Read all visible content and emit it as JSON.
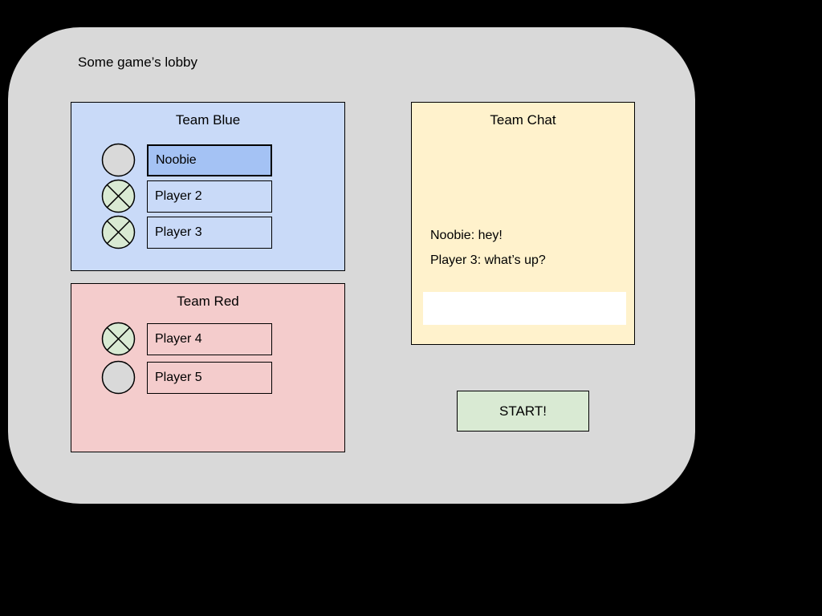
{
  "lobby": {
    "title": "Some game’s lobby"
  },
  "teams": [
    {
      "name": "Team Blue",
      "players": [
        {
          "name": "Noobie",
          "ready": false,
          "highlighted": true
        },
        {
          "name": "Player 2",
          "ready": true,
          "highlighted": false
        },
        {
          "name": "Player 3",
          "ready": true,
          "highlighted": false
        }
      ]
    },
    {
      "name": "Team Red",
      "players": [
        {
          "name": "Player 4",
          "ready": true,
          "highlighted": false
        },
        {
          "name": "Player 5",
          "ready": false,
          "highlighted": false
        }
      ]
    }
  ],
  "chat": {
    "title": "Team Chat",
    "messages": [
      "Noobie: hey!",
      "Player 3: what’s up?"
    ],
    "input_value": ""
  },
  "start_button_label": "START!",
  "colors": {
    "background": "#000000",
    "lobby_panel": "#d9d9d9",
    "team_blue_bg": "#c9daf8",
    "player_highlight_bg": "#a4c2f4",
    "team_red_bg": "#f4cccc",
    "chat_bg": "#fff2cc",
    "start_button_bg": "#d9ead3",
    "ready_circle_bg": "#d9ead3",
    "not_ready_circle_bg": "#d9d9d9",
    "border": "#000000"
  }
}
